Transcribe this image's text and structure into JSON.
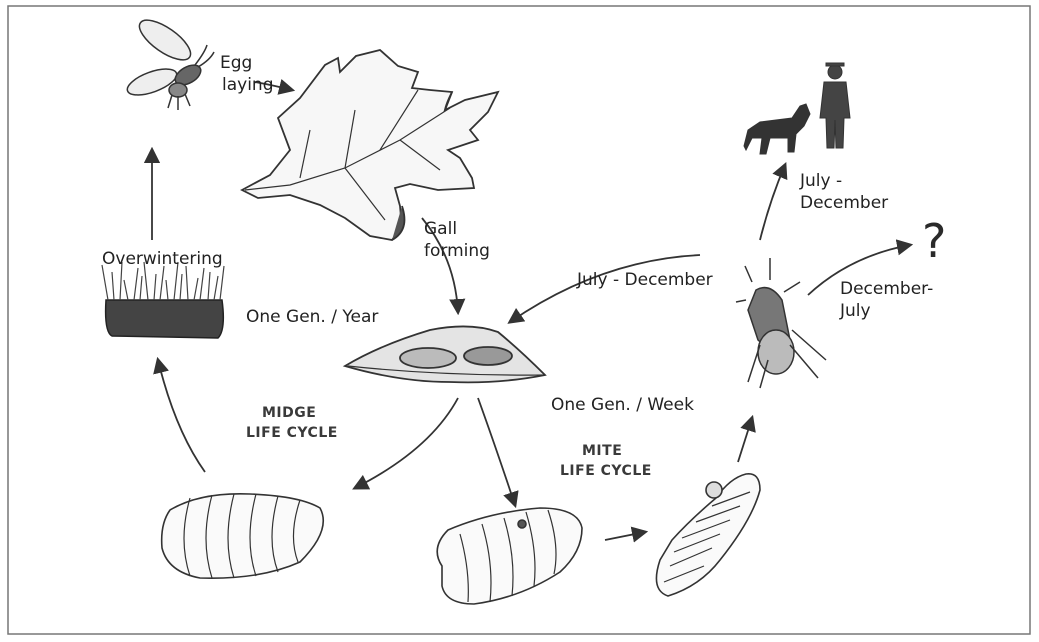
{
  "labels": {
    "egg_laying_line1": "Egg",
    "egg_laying_line2": "laying",
    "gall_forming_line1": "Gall",
    "gall_forming_line2": "forming",
    "overwintering": "Overwintering",
    "one_gen_year": "One Gen. / Year",
    "one_gen_week": "One Gen. / Week",
    "july_december_top_line1": "July -",
    "july_december_top_line2": "December",
    "july_december_mid": "July - December",
    "december_july_line1": "December-",
    "december_july_line2": "July",
    "question_mark": "?",
    "midge_line1": "MIDGE",
    "midge_line2": "LIFE CYCLE",
    "mite_line1": "MITE",
    "mite_line2": "LIFE CYCLE"
  },
  "colors": {
    "ink": "#222222",
    "shade": "#555555",
    "bold_text": "#3a3a3a"
  }
}
